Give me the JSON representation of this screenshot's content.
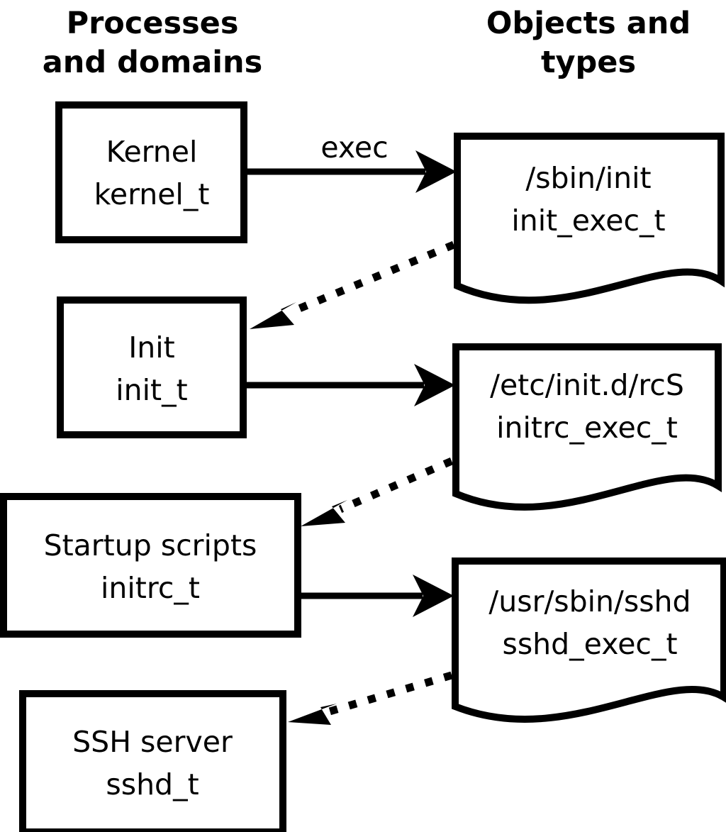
{
  "diagram": {
    "title_columns": {
      "left": {
        "line1": "Processes",
        "line2": "and domains"
      },
      "right": {
        "line1": "Objects and",
        "line2": "types"
      }
    },
    "colors": {
      "stroke": "#000000",
      "fill": "#ffffff",
      "background": "#ffffff"
    },
    "process_nodes": [
      {
        "id": "kernel",
        "line1": "Kernel",
        "line2": "kernel_t"
      },
      {
        "id": "init",
        "line1": "Init",
        "line2": "init_t"
      },
      {
        "id": "startup-scripts",
        "line1": "Startup scripts",
        "line2": "initrc_t"
      },
      {
        "id": "ssh-server",
        "line1": "SSH server",
        "line2": "sshd_t"
      }
    ],
    "object_nodes": [
      {
        "id": "sbin-init",
        "line1": "/sbin/init",
        "line2": "init_exec_t"
      },
      {
        "id": "etc-initd-rcs",
        "line1": "/etc/init.d/rcS",
        "line2": "initrc_exec_t"
      },
      {
        "id": "usr-sbin-sshd",
        "line1": "/usr/sbin/sshd",
        "line2": "sshd_exec_t"
      }
    ],
    "edges": [
      {
        "id": "kernel-execs-sbin-init",
        "from": "kernel",
        "to": "sbin-init",
        "style": "solid",
        "label": "exec"
      },
      {
        "id": "sbin-init-transitions-init",
        "from": "sbin-init",
        "to": "init",
        "style": "dotted",
        "label": ""
      },
      {
        "id": "init-execs-rcs",
        "from": "init",
        "to": "etc-initd-rcs",
        "style": "solid",
        "label": ""
      },
      {
        "id": "rcs-transitions-initrc",
        "from": "etc-initd-rcs",
        "to": "startup-scripts",
        "style": "dotted",
        "label": ""
      },
      {
        "id": "initrc-execs-sshd",
        "from": "startup-scripts",
        "to": "usr-sbin-sshd",
        "style": "solid",
        "label": ""
      },
      {
        "id": "sshd-exec-transitions-sshd",
        "from": "usr-sbin-sshd",
        "to": "ssh-server",
        "style": "dotted",
        "label": ""
      }
    ]
  }
}
